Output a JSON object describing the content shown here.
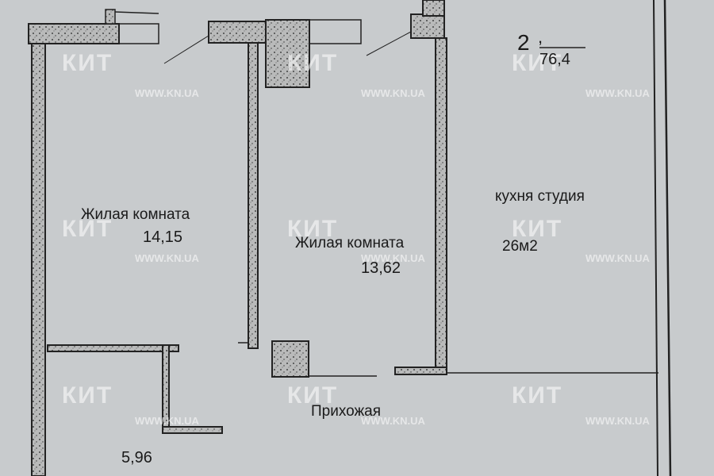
{
  "plan": {
    "apartment_rooms": "2",
    "apartment_area": "76,4",
    "rooms": [
      {
        "name": "Жилая комната",
        "area": "14,15"
      },
      {
        "name": "Жилая комната",
        "area": "13,62"
      },
      {
        "name": "кухня студия",
        "area": "26м2"
      },
      {
        "name": "Прихожая",
        "area": ""
      },
      {
        "name": "",
        "area": "5,96"
      }
    ]
  },
  "watermark": {
    "logo": "КИТ",
    "url": "WWW.KN.UA"
  },
  "colors": {
    "background": "#c8cbcd",
    "wall": "#222222",
    "wall_fill": "#b8b9b9"
  }
}
